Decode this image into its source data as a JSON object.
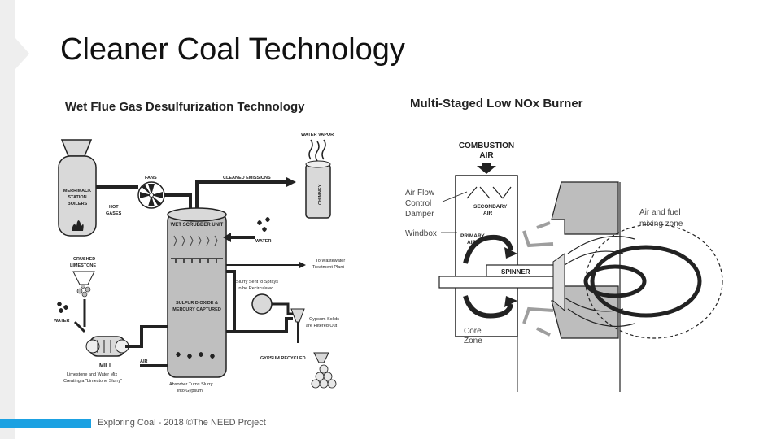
{
  "slide": {
    "title": "Cleaner Coal Technology",
    "footer": "Exploring Coal - 2018 ©The NEED Project",
    "accent_color": "#1ba1e2"
  },
  "left_diagram": {
    "title": "Wet Flue Gas Desulfurization Technology",
    "boiler": [
      "MERRIMACK",
      "STATION",
      "BOILERS"
    ],
    "hot_gases": [
      "HOT",
      "GASES"
    ],
    "fans": "FANS",
    "cleaned_emissions": "CLEANED EMISSIONS",
    "water_vapor": "WATER VAPOR",
    "chimney": "CHIMNEY",
    "scrubber": "WET SCRUBBER UNIT",
    "water_top": "WATER",
    "wastewater": [
      "To Wastewater",
      "Treatment Plant"
    ],
    "slurry_sent": [
      "Slurry Sent to Sprays",
      "to be Recirculated"
    ],
    "captured": [
      "SULFUR DIOXIDE &",
      "MERCURY CAPTURED"
    ],
    "gypsum_solids": [
      "Gypsum Solids",
      "are Filtered Out"
    ],
    "gypsum_recycled": "GYPSUM RECYCLED",
    "crushed_limestone": [
      "CRUSHED",
      "LIMESTONE"
    ],
    "water_left": "WATER",
    "mill": "MILL",
    "air": "AIR",
    "limestone_mix": [
      "Limestone and Water Mix",
      "Creating a \"Limestone Slurry\""
    ],
    "absorber": [
      "Absorber Turns Slurry",
      "into Gypsum"
    ]
  },
  "right_diagram": {
    "title": "Multi-Staged Low NOx Burner",
    "combustion_air": [
      "COMBUSTION",
      "AIR"
    ],
    "air_flow_damper": [
      "Air Flow",
      "Control",
      "Damper"
    ],
    "windbox": "Windbox",
    "secondary_air": [
      "SECONDARY",
      "AIR"
    ],
    "primary_air": [
      "PRIMARY",
      "AIR"
    ],
    "spinner": "SPINNER",
    "mixing_zone": [
      "Air and fuel",
      "mixing zone"
    ],
    "core_zone": [
      "Core",
      "Zone"
    ]
  },
  "icons": {
    "fan": "fan-icon",
    "flame": "flame-icon",
    "droplets": "droplets-icon",
    "gypsum": "gypsum-pile-icon",
    "arrow": "arrow-icon"
  }
}
